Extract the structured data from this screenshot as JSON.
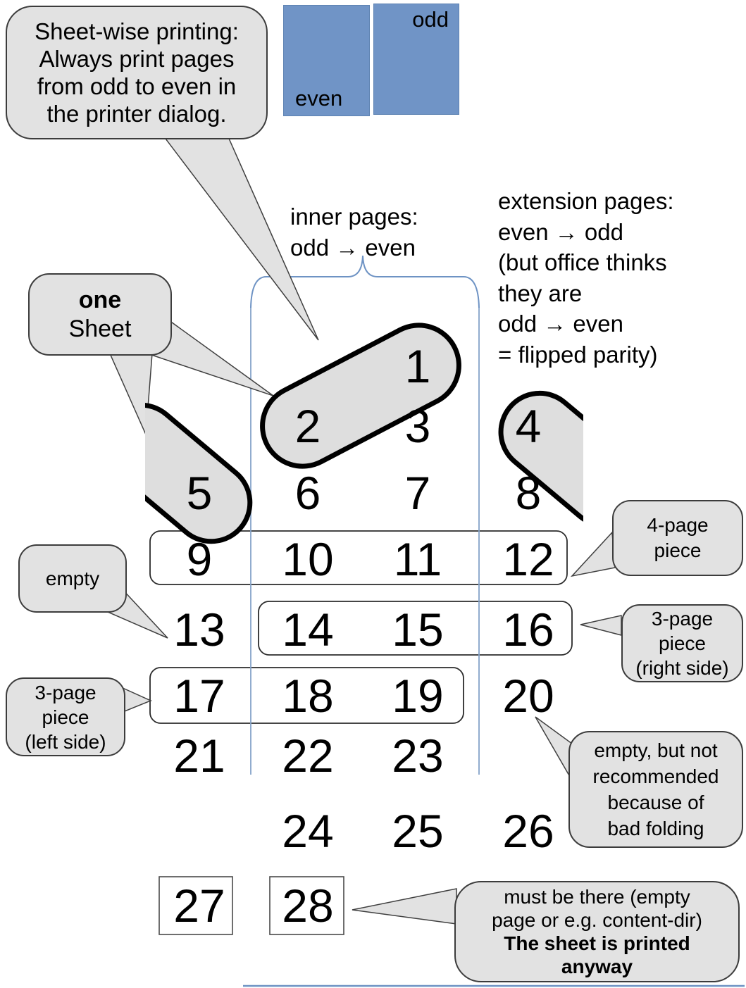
{
  "colors": {
    "legend_blue": "#7094c6",
    "guide_blue": "#6e93c4",
    "bubble_gray": "#e2e2e2",
    "capsule_gray": "#dedede"
  },
  "legend": {
    "even": "even",
    "odd": "odd"
  },
  "annotations": {
    "inner_pages": {
      "lines": [
        "inner pages:",
        "odd → even"
      ]
    },
    "extension_pages": {
      "lines": [
        "extension pages:",
        "even → odd",
        "(but office thinks",
        "they are",
        "odd → even",
        "= flipped parity)"
      ]
    }
  },
  "callouts": {
    "sheetwise": {
      "lines": [
        "Sheet-wise printing:",
        "Always print pages",
        "from odd to even in",
        "the printer dialog."
      ]
    },
    "one_sheet": {
      "bold": "one",
      "text": "Sheet"
    },
    "empty": {
      "text": "empty"
    },
    "four_page": {
      "lines": [
        "4-page",
        "piece"
      ]
    },
    "three_page_right": {
      "lines": [
        "3-page",
        "piece",
        "(right side)"
      ]
    },
    "three_page_left": {
      "lines": [
        "3-page",
        "piece",
        "(left side)"
      ]
    },
    "bad_folding": {
      "lines": [
        "empty, but not",
        "recommended",
        "because of",
        "bad folding"
      ]
    },
    "must_be_there": {
      "lines": [
        "must be there (empty",
        "page or e.g. content-dir)"
      ],
      "bold_lines": [
        "The sheet is printed",
        "anyway"
      ]
    }
  },
  "pages": [
    {
      "n": 1,
      "col": 3,
      "row": 1
    },
    {
      "n": 2,
      "col": 2,
      "row": 2
    },
    {
      "n": 3,
      "col": 3,
      "row": 2
    },
    {
      "n": 4,
      "col": 4,
      "row": 2
    },
    {
      "n": 5,
      "col": 1,
      "row": 3
    },
    {
      "n": 6,
      "col": 2,
      "row": 3
    },
    {
      "n": 7,
      "col": 3,
      "row": 3
    },
    {
      "n": 8,
      "col": 4,
      "row": 3
    },
    {
      "n": 9,
      "col": 1,
      "row": 4
    },
    {
      "n": 10,
      "col": 2,
      "row": 4
    },
    {
      "n": 11,
      "col": 3,
      "row": 4
    },
    {
      "n": 12,
      "col": 4,
      "row": 4
    },
    {
      "n": 13,
      "col": 1,
      "row": 5
    },
    {
      "n": 14,
      "col": 2,
      "row": 5
    },
    {
      "n": 15,
      "col": 3,
      "row": 5
    },
    {
      "n": 16,
      "col": 4,
      "row": 5
    },
    {
      "n": 17,
      "col": 1,
      "row": 6
    },
    {
      "n": 18,
      "col": 2,
      "row": 6
    },
    {
      "n": 19,
      "col": 3,
      "row": 6
    },
    {
      "n": 20,
      "col": 4,
      "row": 6
    },
    {
      "n": 21,
      "col": 1,
      "row": 7
    },
    {
      "n": 22,
      "col": 2,
      "row": 7
    },
    {
      "n": 23,
      "col": 3,
      "row": 7
    },
    {
      "n": 24,
      "col": 2,
      "row": 8
    },
    {
      "n": 25,
      "col": 3,
      "row": 8
    },
    {
      "n": 26,
      "col": 4,
      "row": 8
    },
    {
      "n": 27,
      "col": 1,
      "row": 9
    },
    {
      "n": 28,
      "col": 2,
      "row": 9
    }
  ],
  "sheet_pieces": [
    {
      "shape": "capsule",
      "pages": [
        2,
        1
      ]
    },
    {
      "shape": "capsule-split-right",
      "pages": [
        4
      ]
    },
    {
      "shape": "capsule-split-left",
      "pages": [
        5
      ]
    },
    {
      "shape": "rounded-box",
      "pages": [
        9,
        10,
        11,
        12
      ]
    },
    {
      "shape": "rounded-box",
      "pages": [
        14,
        15,
        16
      ]
    },
    {
      "shape": "rounded-box",
      "pages": [
        17,
        18,
        19
      ]
    },
    {
      "shape": "square-box",
      "pages": [
        27
      ]
    },
    {
      "shape": "square-box",
      "pages": [
        28
      ]
    }
  ]
}
